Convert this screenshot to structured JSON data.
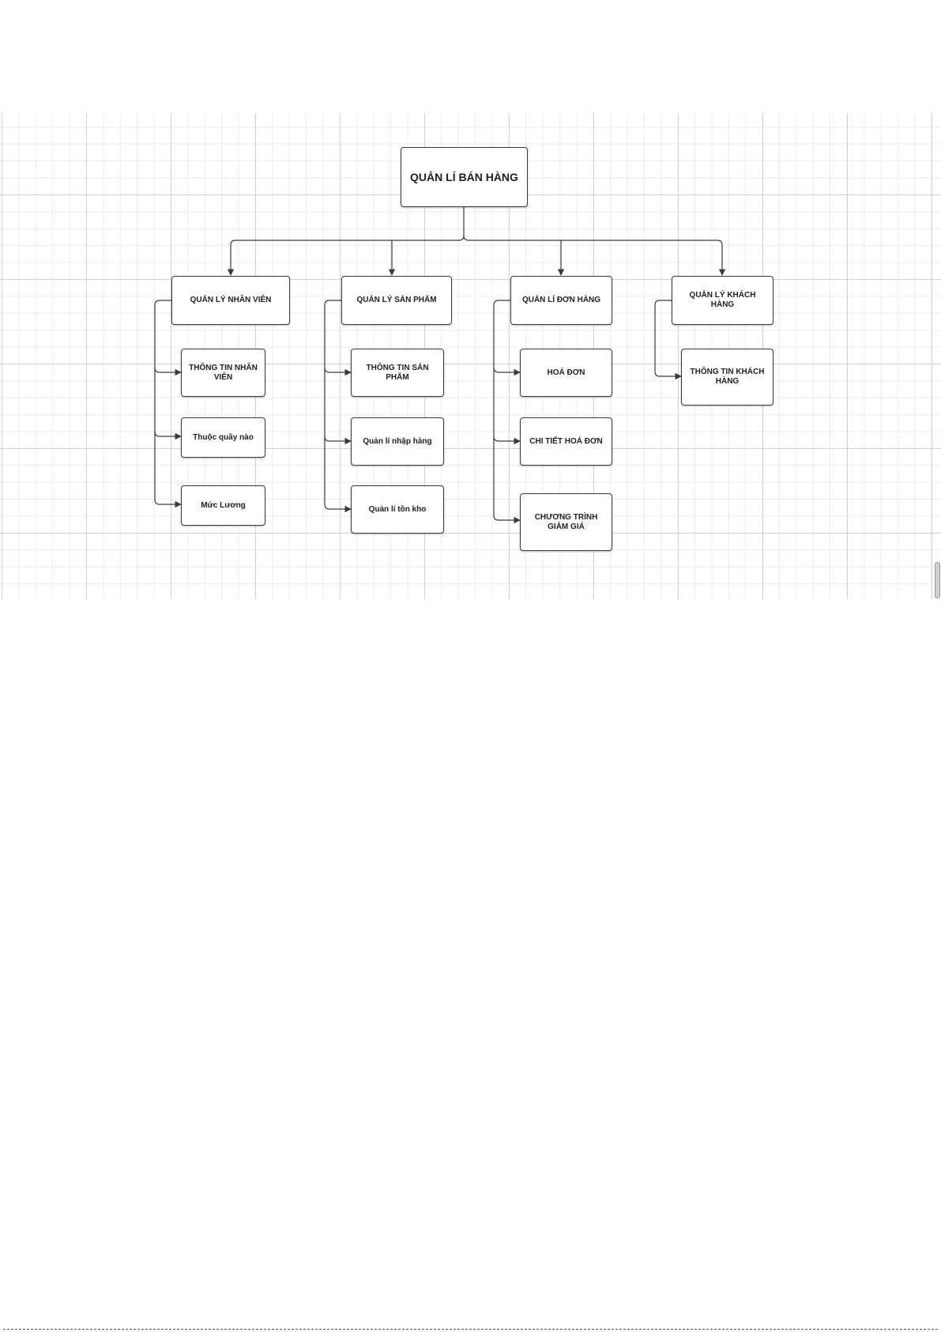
{
  "diagram": {
    "root": {
      "label": "QUẢN LÍ BÁN HÀNG"
    },
    "branches": [
      {
        "label": "QUẢN LÝ NHÂN VIÊN",
        "children": [
          "THÔNG TIN NHÂN VIÊN",
          "Thuộc quầy nào",
          "Mức Lương"
        ]
      },
      {
        "label": "QUẢN LÝ SẢN PHẨM",
        "children": [
          "THÔNG TIN SẢN PHẨM",
          "Quản lí nhập hàng",
          "Quản lí tồn kho"
        ]
      },
      {
        "label": "QUẢN LÍ ĐƠN HÀNG",
        "children": [
          "HOÁ ĐƠN",
          "CHI TIẾT HOÁ ĐƠN",
          "CHƯƠNG TRÌNH GIẢM GIÁ"
        ]
      },
      {
        "label": "QUẢN LÝ KHÁCH HÀNG",
        "children": [
          "THÔNG TIN KHÁCH HÀNG"
        ]
      }
    ],
    "colors": {
      "line": "#3a3a3a",
      "border": "#3a3a3a",
      "grid": "#d2d2d2",
      "text": "#1e1e1e"
    }
  }
}
